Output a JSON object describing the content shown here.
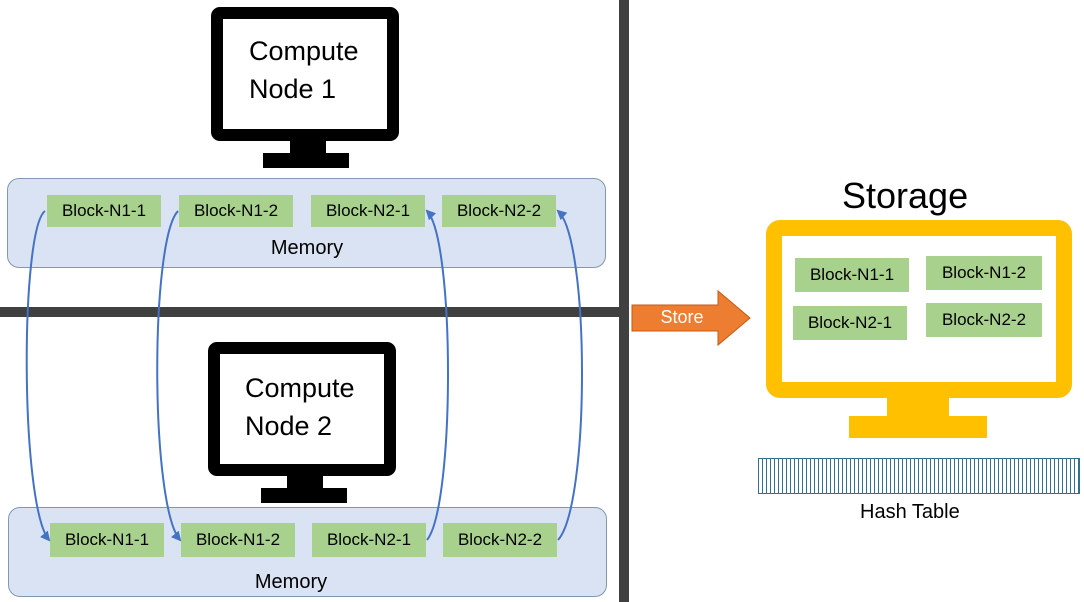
{
  "compute_node_1": {
    "line1": "Compute",
    "line2": "Node 1"
  },
  "compute_node_2": {
    "line1": "Compute",
    "line2": "Node 2"
  },
  "memory_1": {
    "label": "Memory",
    "blocks": [
      "Block-N1-1",
      "Block-N1-2",
      "Block-N2-1",
      "Block-N2-2"
    ]
  },
  "memory_2": {
    "label": "Memory",
    "blocks": [
      "Block-N1-1",
      "Block-N1-2",
      "Block-N2-1",
      "Block-N2-2"
    ]
  },
  "store_arrow": {
    "label": "Store"
  },
  "storage": {
    "title": "Storage",
    "blocks": [
      "Block-N1-1",
      "Block-N1-2",
      "Block-N2-1",
      "Block-N2-2"
    ]
  },
  "hash_table": {
    "label": "Hash Table"
  },
  "colors": {
    "block_green": "#a9d18e",
    "memory_fill": "#dae3f3",
    "storage_yellow": "#ffc000",
    "store_orange": "#ed7d31",
    "arrow_blue": "#4472c4"
  }
}
